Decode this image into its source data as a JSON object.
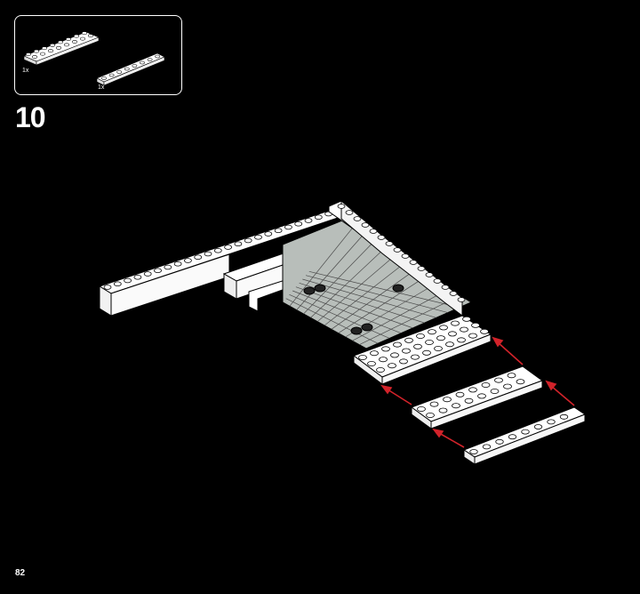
{
  "parts_list": {
    "items": [
      {
        "quantity": "1x",
        "part_icon": "plate-2x8-white-icon"
      },
      {
        "quantity": "1x",
        "part_icon": "plate-1x8-white-icon"
      }
    ]
  },
  "step": {
    "number": "10"
  },
  "page": {
    "number": "82"
  },
  "colors": {
    "background": "#000000",
    "brick": "#ffffff",
    "floor_tile": "#b8beba",
    "arrow": "#d2232a"
  }
}
